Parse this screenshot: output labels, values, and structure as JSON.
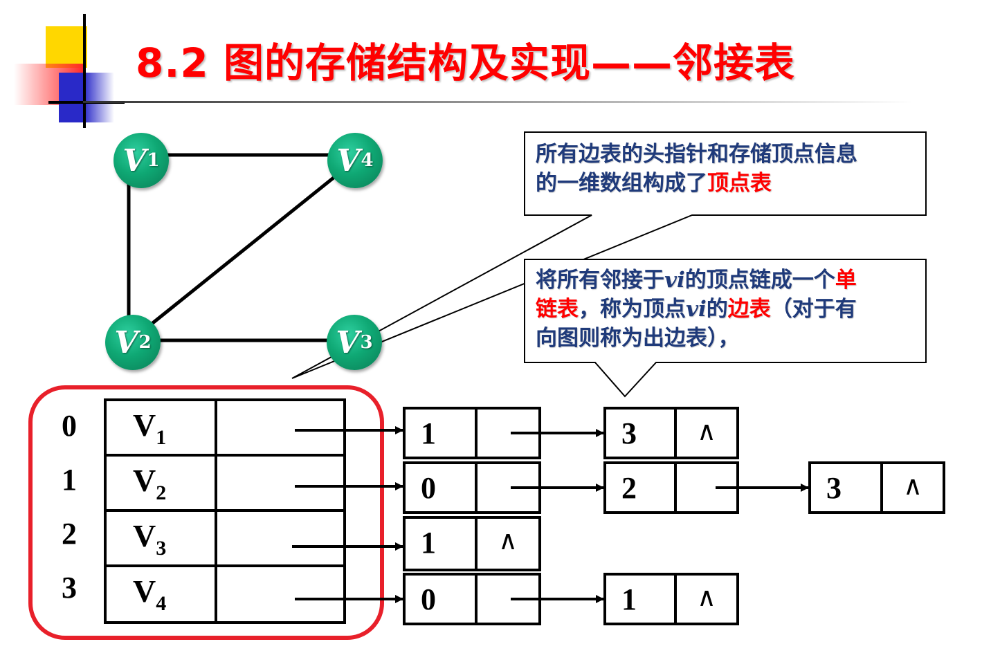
{
  "title": "8.2 图的存储结构及实现——邻接表",
  "graph": {
    "vertices": [
      {
        "name": "V",
        "sub": "1"
      },
      {
        "name": "V",
        "sub": "4"
      },
      {
        "name": "V",
        "sub": "2"
      },
      {
        "name": "V",
        "sub": "3"
      }
    ]
  },
  "vertex_table": {
    "indices": [
      "0",
      "1",
      "2",
      "3"
    ],
    "rows": [
      {
        "name": "V",
        "sub": "1"
      },
      {
        "name": "V",
        "sub": "2"
      },
      {
        "name": "V",
        "sub": "3"
      },
      {
        "name": "V",
        "sub": "4"
      }
    ]
  },
  "edge_lists": {
    "nil_symbol": "∧",
    "row0": [
      "1",
      "3"
    ],
    "row1": [
      "0",
      "2",
      "3"
    ],
    "row2": [
      "1"
    ],
    "row3": [
      "0",
      "1"
    ]
  },
  "callout_top": {
    "line1": "所有边表的头指针和存储顶点信息",
    "line2_prefix": "的一维数组构成了",
    "line2_highlight": "顶点表"
  },
  "callout_bottom": {
    "l1_a": "将所有邻接于",
    "l1_var": "vi",
    "l1_b": "的顶点链成一个",
    "l1_red": "单",
    "l2_red": "链表",
    "l2_a": "，称为顶点",
    "l2_var": "vi",
    "l2_b": "的",
    "l2_red2": "边表",
    "l2_c": "（对于有",
    "l3": "向图则称为出边表），"
  },
  "colors": {
    "title": "#ff0000",
    "node": "#0fa874",
    "highlight_box": "#e8202a",
    "callout_text": "#1f3a7a"
  }
}
